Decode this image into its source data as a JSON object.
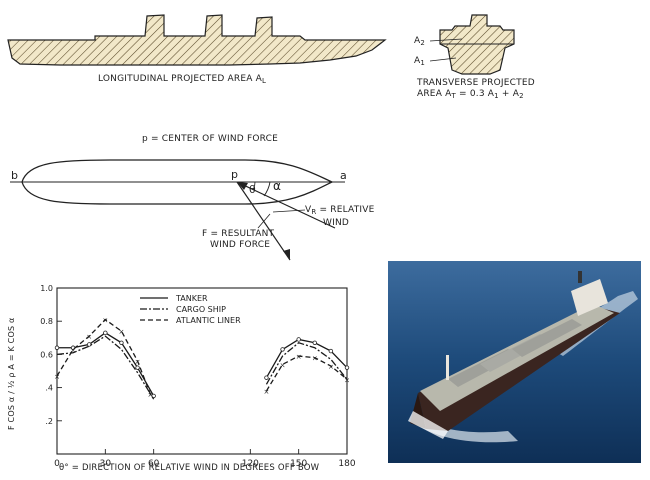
{
  "diagram": {
    "longitudinal_label": "LONGITUDINAL PROJECTED AREA",
    "longitudinal_symbol": "A",
    "longitudinal_sub": "L",
    "a2_label": "A",
    "a2_sub": "2",
    "a1_label": "A",
    "a1_sub": "1",
    "transverse_line1": "TRANSVERSE PROJECTED",
    "transverse_line2_prefix": "AREA  A",
    "transverse_sub": "T",
    "transverse_formula": " = 0.3 A",
    "transverse_sub2": "1",
    "transverse_tail": " + A",
    "transverse_sub3": "2",
    "center_title": "p = CENTER OF WIND FORCE",
    "point_b": "b",
    "point_p": "p",
    "point_a": "a",
    "theta": "θ",
    "alpha": "α",
    "vr_symbol": "V",
    "vr_sub": "R",
    "relative_label_1": " = RELATIVE",
    "relative_label_2": "WIND",
    "force_label_1": "F = RESULTANT",
    "force_label_2": "WIND FORCE"
  },
  "chart_data": {
    "type": "line",
    "xlim": [
      0,
      180
    ],
    "ylim": [
      0,
      1.0
    ],
    "x_ticks": [
      0,
      30,
      60,
      120,
      150,
      180
    ],
    "y_ticks": [
      0,
      0.2,
      0.4,
      0.6,
      0.8,
      1.0
    ],
    "x_tick_labels": [
      "0",
      "30",
      "60",
      "120",
      "150",
      "180"
    ],
    "y_tick_labels": [
      "0",
      ".2",
      ".4",
      "0.6",
      "0.8",
      "1.0"
    ],
    "xlabel": "θ° = DIRECTION OF RELATIVE WIND IN DEGREES OFF BOW",
    "ylabel_main": "F COS α",
    "ylabel_denom": "½ ρ A",
    "ylabel_tail": " = K COS α",
    "legend": [
      "TANKER",
      "CARGO SHIP",
      "ATLANTIC LINER"
    ],
    "series": [
      {
        "name": "TANKER",
        "style": "solid",
        "segments": [
          [
            [
              0,
              0.64
            ],
            [
              10,
              0.64
            ],
            [
              20,
              0.66
            ],
            [
              30,
              0.73
            ],
            [
              40,
              0.67
            ],
            [
              50,
              0.52
            ],
            [
              60,
              0.35
            ]
          ],
          [
            [
              130,
              0.46
            ],
            [
              140,
              0.63
            ],
            [
              150,
              0.69
            ],
            [
              160,
              0.67
            ],
            [
              170,
              0.62
            ],
            [
              180,
              0.52
            ]
          ]
        ]
      },
      {
        "name": "CARGO SHIP",
        "style": "dashdot",
        "segments": [
          [
            [
              0,
              0.6
            ],
            [
              10,
              0.61
            ],
            [
              20,
              0.65
            ],
            [
              30,
              0.71
            ],
            [
              40,
              0.63
            ],
            [
              50,
              0.49
            ],
            [
              60,
              0.33
            ]
          ],
          [
            [
              130,
              0.42
            ],
            [
              140,
              0.59
            ],
            [
              150,
              0.67
            ],
            [
              160,
              0.64
            ],
            [
              170,
              0.57
            ],
            [
              180,
              0.45
            ]
          ]
        ]
      },
      {
        "name": "ATLANTIC LINER",
        "style": "dashed",
        "segments": [
          [
            [
              0,
              0.47
            ],
            [
              10,
              0.63
            ],
            [
              20,
              0.71
            ],
            [
              30,
              0.81
            ],
            [
              40,
              0.74
            ],
            [
              50,
              0.56
            ],
            [
              58,
              0.36
            ]
          ],
          [
            [
              130,
              0.38
            ],
            [
              140,
              0.54
            ],
            [
              150,
              0.59
            ],
            [
              160,
              0.58
            ],
            [
              170,
              0.53
            ],
            [
              180,
              0.45
            ]
          ]
        ]
      }
    ]
  },
  "photo": {
    "colors": {
      "sea": "#1d4a7a",
      "deck": "#b8b8ac",
      "hull": "#3a2520",
      "bridge": "#e8e4dc"
    }
  }
}
